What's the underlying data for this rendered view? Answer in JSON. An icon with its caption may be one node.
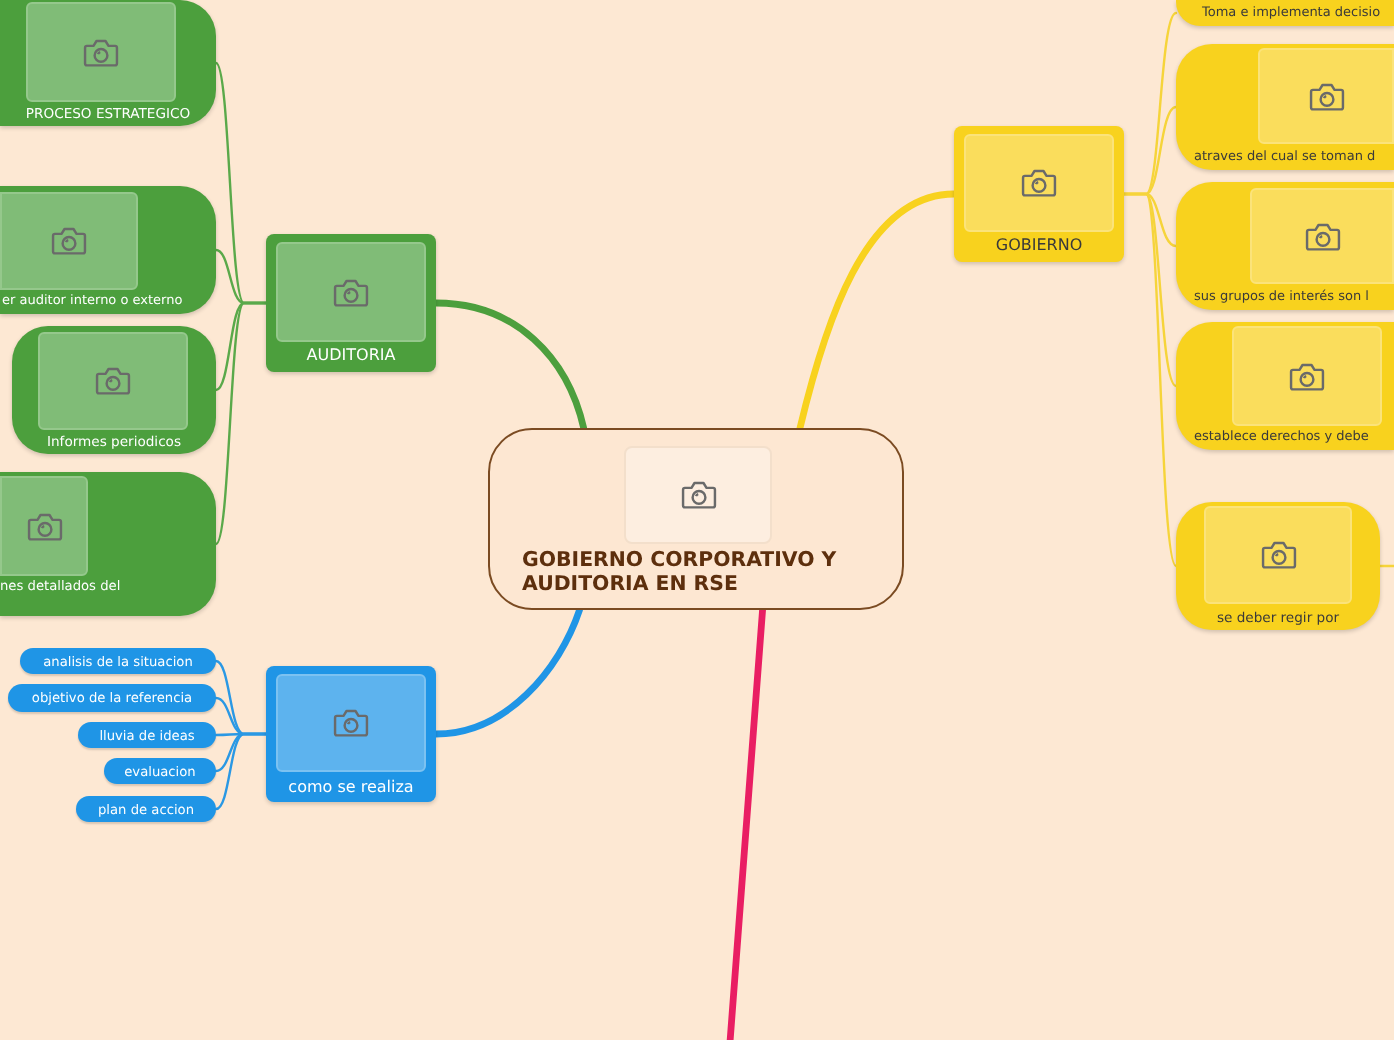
{
  "diagram": {
    "nodes": [
      {
        "text": [
          "GOBIERNO CORPORATIVO Y AUDITORIA EN RSE"
        ]
      },
      {
        "text": [
          "AUDITORIA"
        ]
      },
      {
        "text": [
          "PROCESO ESTRATEGICO"
        ]
      },
      {
        "text": [
          "er auditor interno o externo"
        ]
      },
      {
        "text": [
          "Informes periodicos"
        ]
      },
      {
        "text": [
          "nes detallados del"
        ]
      },
      {
        "text": [
          "como se realiza"
        ]
      },
      {
        "text": [
          "analisis de la situacion"
        ]
      },
      {
        "text": [
          "objetivo de la referencia"
        ]
      },
      {
        "text": [
          "lluvia de ideas"
        ]
      },
      {
        "text": [
          "evaluacion"
        ]
      },
      {
        "text": [
          "plan de accion"
        ]
      },
      {
        "text": [
          "GOBIERNO"
        ]
      },
      {
        "text": [
          "Toma e implementa decisio"
        ]
      },
      {
        "text": [
          "atraves del cual se toman d"
        ]
      },
      {
        "text": [
          "sus grupos de interés son l"
        ]
      },
      {
        "text": [
          "establece derechos y debe"
        ]
      },
      {
        "text": [
          "se deber regir por"
        ]
      }
    ],
    "edges": [
      {
        "from": 0,
        "to": 1,
        "arrow": "none",
        "style": "thick",
        "color": "#4c9f3d"
      },
      {
        "from": 1,
        "to": 2,
        "arrow": "none",
        "color": "#5aa94a"
      },
      {
        "from": 1,
        "to": 3,
        "arrow": "none",
        "color": "#5aa94a"
      },
      {
        "from": 1,
        "to": 4,
        "arrow": "none",
        "color": "#5aa94a"
      },
      {
        "from": 1,
        "to": 5,
        "arrow": "none",
        "color": "#5aa94a"
      },
      {
        "from": 0,
        "to": 6,
        "arrow": "none",
        "style": "thick",
        "color": "#1f95e6"
      },
      {
        "from": 6,
        "to": 7,
        "arrow": "none",
        "color": "#2a98e4"
      },
      {
        "from": 6,
        "to": 8,
        "arrow": "none",
        "color": "#2a98e4"
      },
      {
        "from": 6,
        "to": 9,
        "arrow": "none",
        "color": "#2a98e4"
      },
      {
        "from": 6,
        "to": 10,
        "arrow": "none",
        "color": "#2a98e4"
      },
      {
        "from": 6,
        "to": 11,
        "arrow": "none",
        "color": "#2a98e4"
      },
      {
        "from": 0,
        "to": 12,
        "arrow": "none",
        "style": "thick",
        "color": "#f8d21e"
      },
      {
        "from": 12,
        "to": 13,
        "arrow": "none",
        "color": "#f6d43a"
      },
      {
        "from": 12,
        "to": 14,
        "arrow": "none",
        "color": "#f6d43a"
      },
      {
        "from": 12,
        "to": 15,
        "arrow": "none",
        "color": "#f6d43a"
      },
      {
        "from": 12,
        "to": 16,
        "arrow": "none",
        "color": "#f6d43a"
      },
      {
        "from": 12,
        "to": 17,
        "arrow": "none",
        "color": "#f6d43a"
      },
      {
        "from": 0,
        "to": null,
        "arrow": "none",
        "style": "thick",
        "color": "#e91e63"
      },
      {
        "from": 17,
        "to": null,
        "arrow": "none",
        "color": "#f6d43a"
      }
    ]
  }
}
